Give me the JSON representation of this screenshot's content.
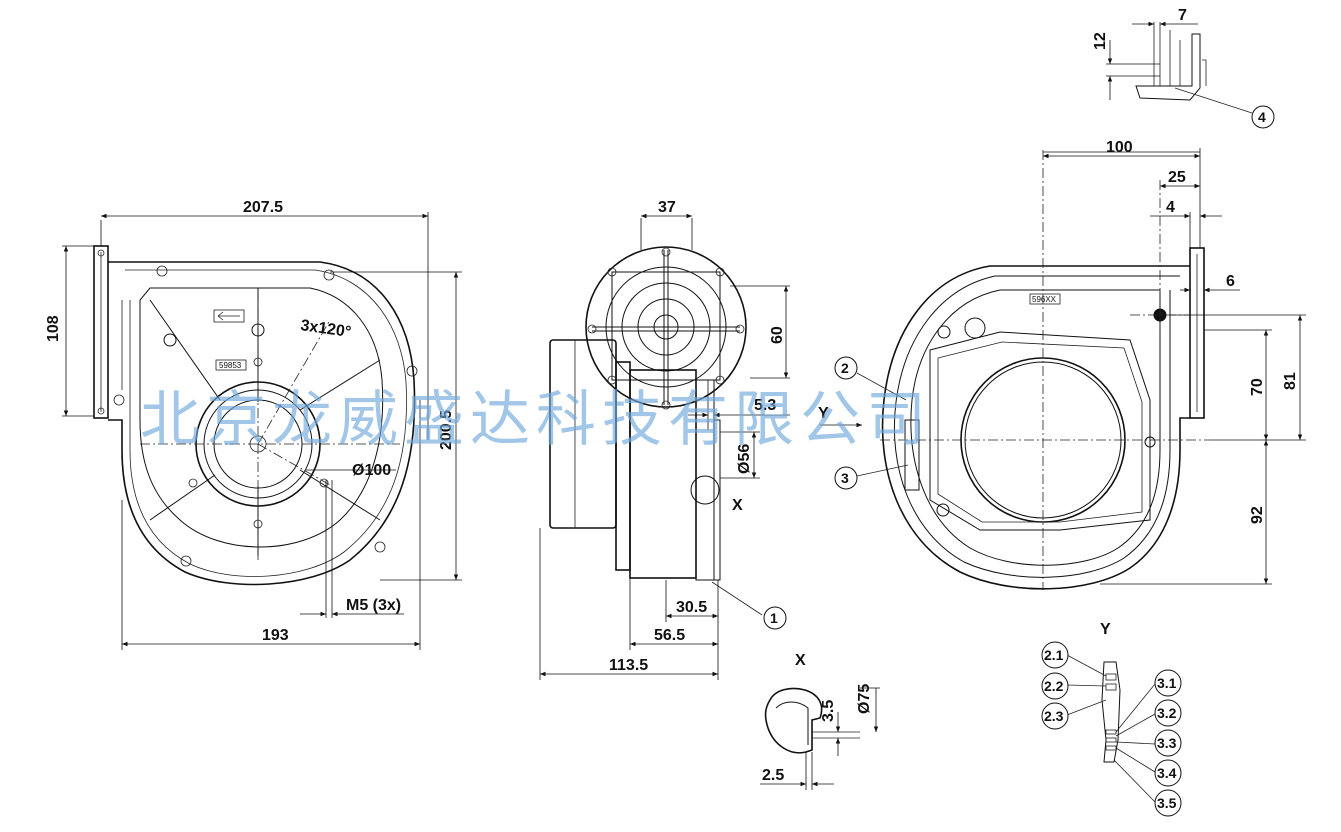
{
  "watermark": "北京龙威盛达科技有限公司",
  "front_view": {
    "dims": {
      "width_top": "207.5",
      "height_left": "108",
      "height_right": "200.5",
      "width_bottom": "193",
      "angle": "3x120°",
      "inlet_dia": "Ø100",
      "screw": "M5 (3x)",
      "label_code": "59853"
    }
  },
  "side_view": {
    "dims": {
      "top": "37",
      "h60": "60",
      "d53": "5.3",
      "dia56": "Ø56",
      "x_marker": "X",
      "d305": "30.5",
      "d565": "56.5",
      "d1135": "113.5"
    },
    "callout_1": "1"
  },
  "back_view": {
    "dims": {
      "d100": "100",
      "d25": "25",
      "d4": "4",
      "d6": "6",
      "d70": "70",
      "d81": "81",
      "d92": "92",
      "y_marker": "Y",
      "label_code": "596XX"
    },
    "callout_2": "2",
    "callout_3": "3"
  },
  "top_detail": {
    "d7": "7",
    "d12": "12",
    "callout_4": "4"
  },
  "detail_x": {
    "title": "X",
    "d35": "3.5",
    "dia75": "Ø75",
    "d25": "2.5"
  },
  "detail_y": {
    "title": "Y",
    "callouts": [
      "2.1",
      "2.2",
      "2.3",
      "3.1",
      "3.2",
      "3.3",
      "3.4",
      "3.5"
    ]
  }
}
